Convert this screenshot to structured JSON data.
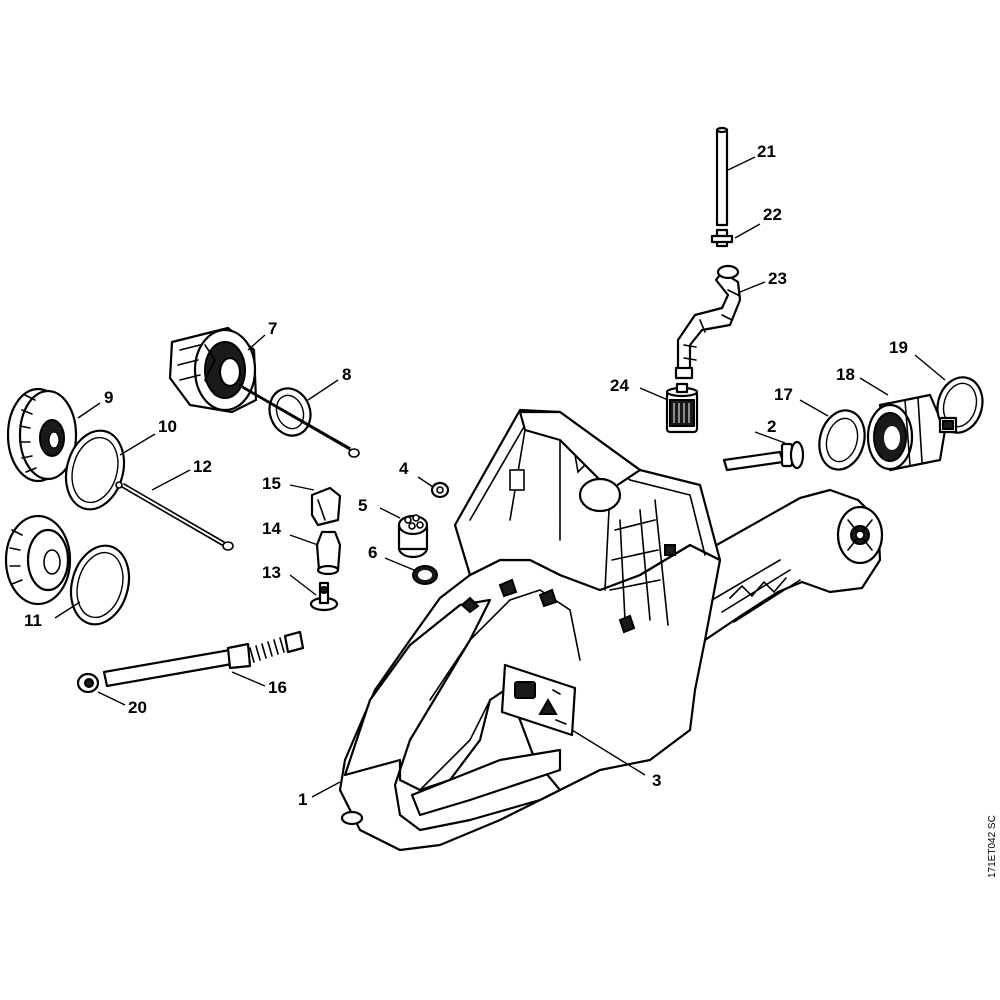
{
  "diagram": {
    "reference_code": "171ET042 SC",
    "callouts": [
      "1",
      "2",
      "3",
      "4",
      "5",
      "6",
      "7",
      "8",
      "9",
      "10",
      "11",
      "12",
      "13",
      "14",
      "15",
      "16",
      "17",
      "18",
      "19",
      "20",
      "21",
      "22",
      "23",
      "24"
    ]
  }
}
